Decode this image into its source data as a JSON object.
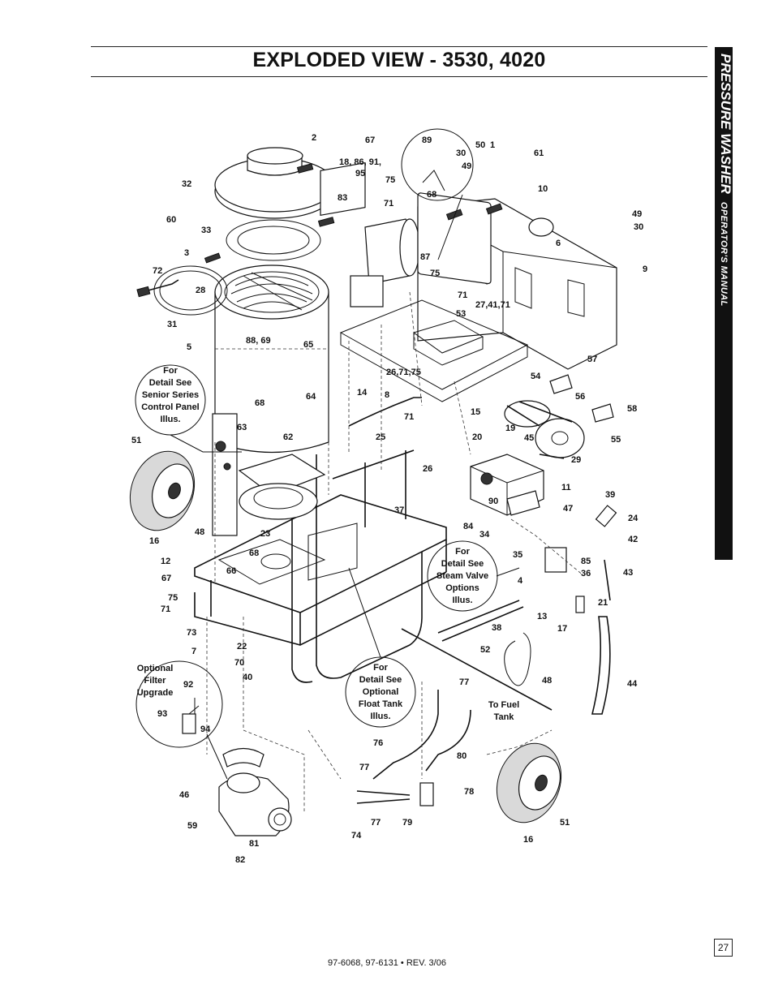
{
  "header": {
    "title": "EXPLODED VIEW - 3530, 4020"
  },
  "side_tab": {
    "title": "PRESSURE WASHER",
    "subtitle": "OPERATOR'S MANUAL"
  },
  "footer": {
    "page_number": "27",
    "doc_ref": "97-6068, 97-6131  •  REV. 3/06"
  },
  "callouts": {
    "c1": [
      "For",
      "Detail See",
      "Senior Series",
      "Control Panel",
      "Illus."
    ],
    "c2": [
      "For",
      "Detail See",
      "Steam Valve",
      "Options",
      "Illus."
    ],
    "c3": [
      "For",
      "Detail See",
      "Optional",
      "Float Tank",
      "Illus."
    ],
    "c4": [
      "Optional",
      "Filter",
      "Upgrade"
    ],
    "c5": [
      "To Fuel",
      "Tank"
    ]
  },
  "part_labels": [
    "2",
    "18, 86, 91,",
    "95",
    "67",
    "89",
    "30",
    "50",
    "1",
    "61",
    "49",
    "75",
    "68",
    "32",
    "83",
    "10",
    "49",
    "30",
    "71",
    "6",
    "60",
    "33",
    "3",
    "87",
    "9",
    "72",
    "28",
    "75",
    "71",
    "53",
    "27,41,71",
    "31",
    "88, 69",
    "65",
    "57",
    "5",
    "26,71,75",
    "54",
    "14",
    "8",
    "56",
    "58",
    "64",
    "68",
    "15",
    "71",
    "55",
    "51",
    "63",
    "62",
    "25",
    "19",
    "45",
    "20",
    "29",
    "26",
    "16",
    "48",
    "37",
    "11",
    "39",
    "90",
    "47",
    "24",
    "23",
    "84",
    "34",
    "42",
    "12",
    "68",
    "66",
    "35",
    "85",
    "36",
    "43",
    "67",
    "4",
    "75",
    "71",
    "21",
    "13",
    "73",
    "38",
    "17",
    "7",
    "22",
    "70",
    "52",
    "40",
    "92",
    "77",
    "48",
    "44",
    "93",
    "94",
    "76",
    "80",
    "77",
    "78",
    "46",
    "74",
    "77",
    "79",
    "59",
    "16",
    "51",
    "81",
    "82"
  ]
}
